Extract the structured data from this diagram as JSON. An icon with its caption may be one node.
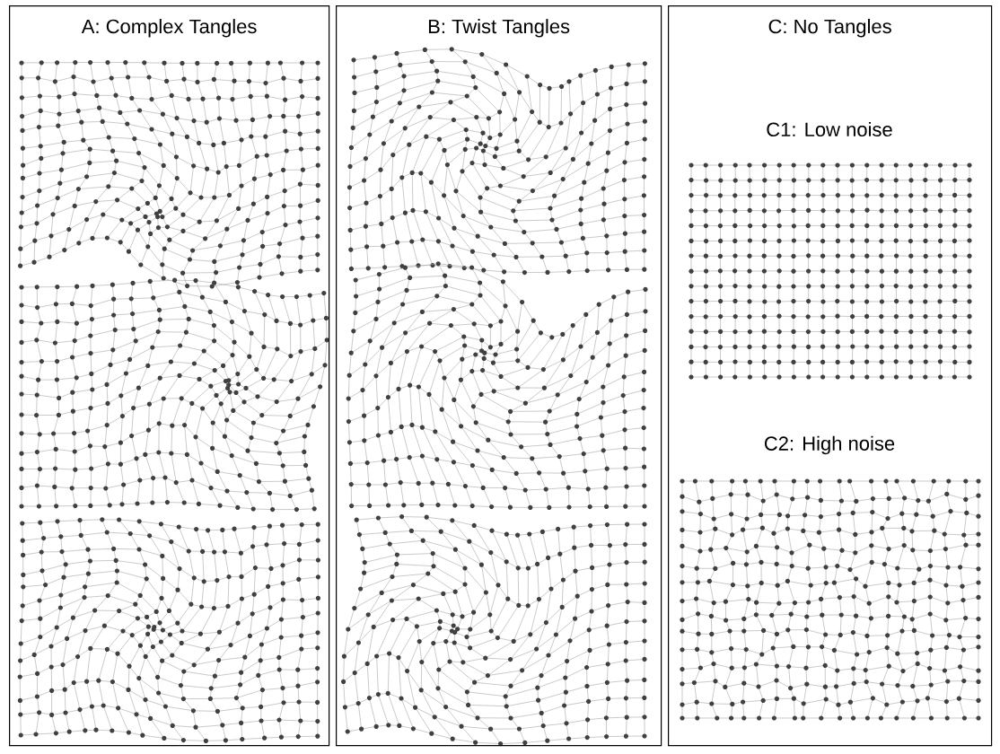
{
  "diagram": {
    "nodes": [
      {
        "text": [
          "A: Complex Tangles"
        ]
      },
      {
        "text": [
          "B: Twist Tangles"
        ]
      },
      {
        "text": [
          "C: No Tangles"
        ]
      }
    ],
    "labels": [
      "C1: Low noise",
      "C2: High noise"
    ]
  }
}
